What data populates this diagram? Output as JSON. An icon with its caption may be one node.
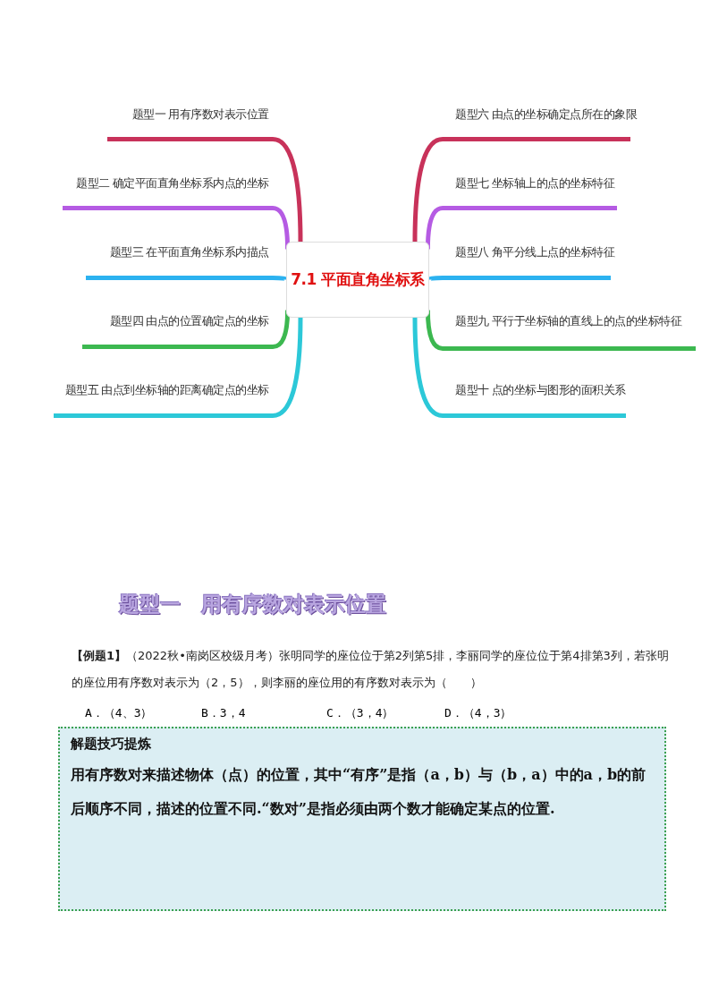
{
  "diagram": {
    "nodes": [
      {
        "text": [
          "7.1 平面直角坐标系"
        ]
      },
      {
        "text": [
          "题型一  用有序数对表示位置"
        ]
      },
      {
        "text": [
          "题型二  确定平面直角坐标系内点的坐标"
        ]
      },
      {
        "text": [
          "题型三  在平面直角坐标系内描点"
        ]
      },
      {
        "text": [
          "题型四  由点的位置确定点的坐标"
        ]
      },
      {
        "text": [
          "题型五  由点到坐标轴的距离确定点的坐标"
        ]
      },
      {
        "text": [
          "题型六  由点的坐标确定点所在的象限"
        ]
      },
      {
        "text": [
          "题型七  坐标轴上的点的坐标特征"
        ]
      },
      {
        "text": [
          "题型八  角平分线上点的坐标特征"
        ]
      },
      {
        "text": [
          "题型九  平行于坐标轴的直线上的点的坐标特征"
        ]
      },
      {
        "text": [
          "题型十  点的坐标与图形的面积关系"
        ]
      },
      {
        "text": [
          "解题技巧提炼",
          "用有序数对来描述物体（点）的位置，其中“有序”是指（a，b）与（b，a）中的a，b的前后顺序不同，描述的位置不同.“数对”是指必须由两个数才能确定某点的位置."
        ]
      }
    ],
    "edges": [
      {
        "from": 0,
        "to": 1,
        "arrow": "none",
        "color": "#c8325a"
      },
      {
        "from": 0,
        "to": 2,
        "arrow": "none",
        "color": "#b55be3"
      },
      {
        "from": 0,
        "to": 3,
        "arrow": "none",
        "color": "#2cb2f0"
      },
      {
        "from": 0,
        "to": 4,
        "arrow": "none",
        "color": "#3cb850"
      },
      {
        "from": 0,
        "to": 5,
        "arrow": "none",
        "color": "#2cc8d8"
      },
      {
        "from": 0,
        "to": 6,
        "arrow": "none",
        "color": "#c8325a"
      },
      {
        "from": 0,
        "to": 7,
        "arrow": "none",
        "color": "#b55be3"
      },
      {
        "from": 0,
        "to": 8,
        "arrow": "none",
        "color": "#2cb2f0"
      },
      {
        "from": 0,
        "to": 9,
        "arrow": "none",
        "color": "#3cb850"
      },
      {
        "from": 0,
        "to": 10,
        "arrow": "none",
        "color": "#2cc8d8"
      }
    ],
    "labels": [
      "题型一　用有序数对表示位置",
      "**【例题1】**（2022秋•南岗区校级月考）张明同学的座位位于第2列第5排，李丽同学的座位位于第4排第3列，若张明的座位用有序数对表示为（2，5），则李丽的座位用的有序数对表示为（　　）",
      "A．（4、3）",
      "B．3，4",
      "C．（3，4）",
      "D．（4，3）"
    ]
  }
}
